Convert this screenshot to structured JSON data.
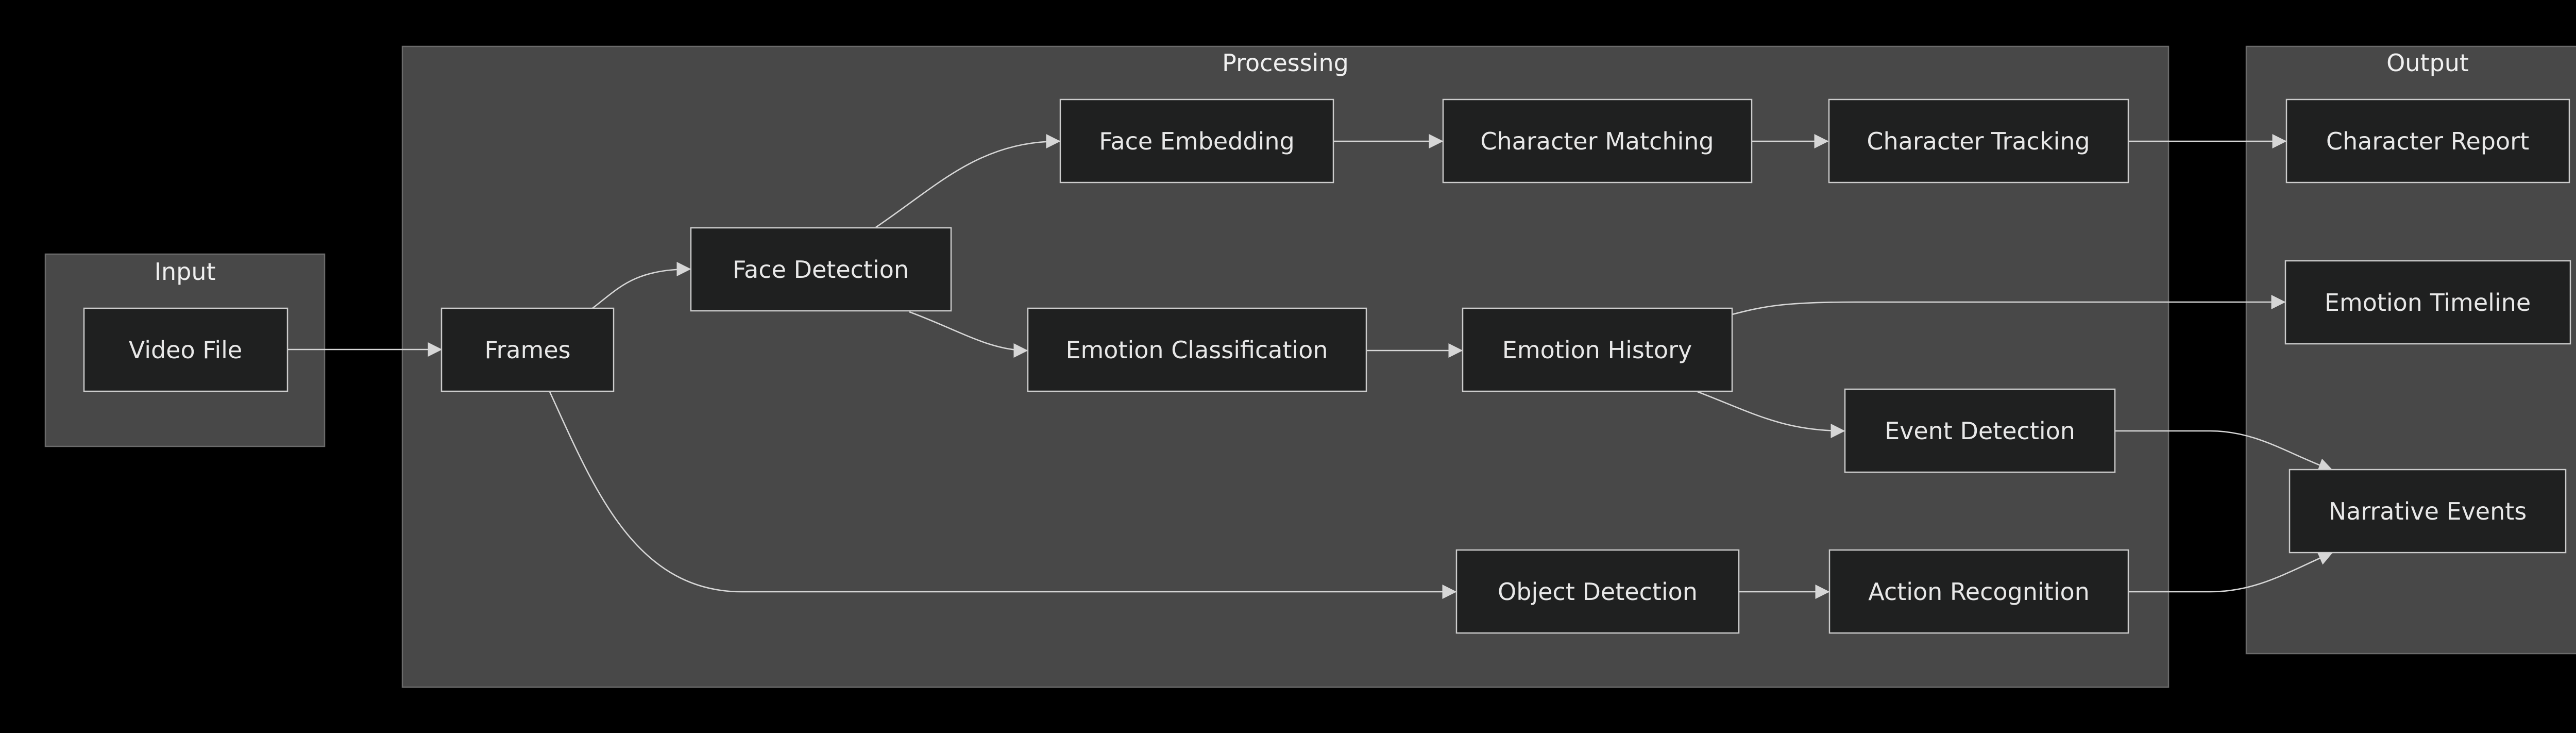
{
  "clusters": {
    "input": {
      "label": "Input"
    },
    "processing": {
      "label": "Processing"
    },
    "output": {
      "label": "Output"
    }
  },
  "nodes": {
    "video_file": "Video File",
    "frames": "Frames",
    "face_detection": "Face Detection",
    "face_embedding": "Face Embedding",
    "character_matching": "Character Matching",
    "character_tracking": "Character Tracking",
    "emotion_classification": "Emotion Classification",
    "emotion_history": "Emotion History",
    "event_detection": "Event Detection",
    "object_detection": "Object Detection",
    "action_recognition": "Action Recognition",
    "character_report": "Character Report",
    "emotion_timeline": "Emotion Timeline",
    "narrative_events": "Narrative Events"
  },
  "edges": [
    {
      "from": "video_file",
      "to": "frames"
    },
    {
      "from": "frames",
      "to": "face_detection"
    },
    {
      "from": "frames",
      "to": "object_detection"
    },
    {
      "from": "face_detection",
      "to": "face_embedding"
    },
    {
      "from": "face_detection",
      "to": "emotion_classification"
    },
    {
      "from": "face_embedding",
      "to": "character_matching"
    },
    {
      "from": "character_matching",
      "to": "character_tracking"
    },
    {
      "from": "character_tracking",
      "to": "character_report"
    },
    {
      "from": "emotion_classification",
      "to": "emotion_history"
    },
    {
      "from": "emotion_history",
      "to": "emotion_timeline"
    },
    {
      "from": "emotion_history",
      "to": "event_detection"
    },
    {
      "from": "event_detection",
      "to": "narrative_events"
    },
    {
      "from": "object_detection",
      "to": "action_recognition"
    },
    {
      "from": "action_recognition",
      "to": "narrative_events"
    }
  ]
}
